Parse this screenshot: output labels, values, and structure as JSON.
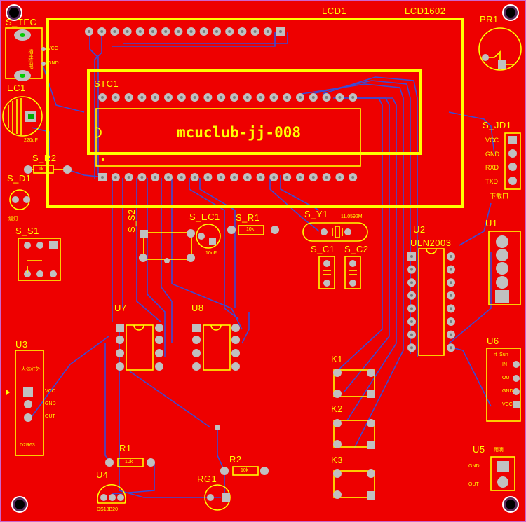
{
  "board": {
    "background": "#ee0000",
    "silkscreen": "#ffff00",
    "trace": "#3b4bd6",
    "pad": "#c0c0c0",
    "title": "mcuclub-jj-008"
  },
  "labels": {
    "lcd1": "LCD1",
    "lcd1602": "LCD1602",
    "pr1": "PR1",
    "s_tec": "S_TEC",
    "ec1": "EC1",
    "ec1_val": "220uF",
    "stc1": "STC1",
    "s_r2": "S_R2",
    "s_r2_val": "1k",
    "s_d1": "S_D1",
    "s_d1_sub": "缓灯",
    "s_s1": "S_S1",
    "s_s2": "S_S2",
    "s_ec1": "S_EC1",
    "s_ec1_val": "10uF",
    "s_r1": "S_R1",
    "s_r1_val": "10k",
    "s_y1": "S_Y1",
    "s_y1_val": "11.0592M",
    "s_c1": "S_C1",
    "s_c2": "S_C2",
    "u2": "U2",
    "uln2003": "ULN2003",
    "s_jd1": "S_JD1",
    "u1": "U1",
    "u7": "U7",
    "u8": "U8",
    "u3": "U3",
    "u6": "U6",
    "k1": "K1",
    "k2": "K2",
    "k3": "K3",
    "r1": "R1",
    "r1_val": "10k",
    "r2": "R2",
    "r2_val": "10k",
    "u4": "U4",
    "u4_val": "DS18B20",
    "rg1": "RG1",
    "u5": "U5",
    "u5_sub": "雨滴"
  },
  "pin_labels": {
    "s_tec_vcc": "VCC",
    "s_tec_gnd": "GND",
    "s_tec_inner": "插座供电",
    "s_jd1_vcc": "VCC",
    "s_jd1_gnd": "GND",
    "s_jd1_rxd": "RXD",
    "s_jd1_txd": "TXD",
    "s_jd1_sub": "下载口",
    "u3_vcc": "VCC",
    "u3_gnd": "GND",
    "u3_out": "OUT",
    "u3_side": "人体红外",
    "u3_bottom": "D2R63",
    "u5_gnd": "GND",
    "u5_out": "OUT",
    "u6_top": "rt_Sun",
    "u6_p1": "IN",
    "u6_p2": "OUT",
    "u6_p3": "GND",
    "u6_p4": "VCC"
  }
}
